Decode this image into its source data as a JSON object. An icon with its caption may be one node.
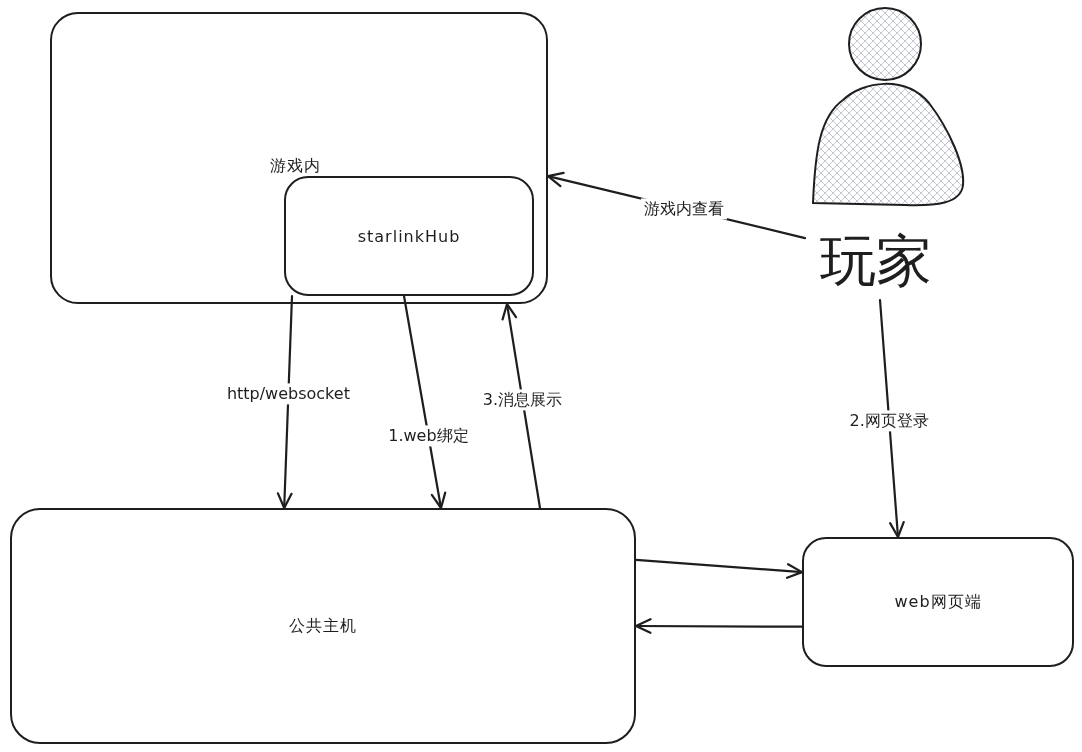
{
  "diagram": {
    "nodes": [
      {
        "text": [
          "游戏内"
        ]
      },
      {
        "text": [
          "starlinkHub"
        ],
        "in": 0
      },
      {
        "text": [
          "玩家"
        ]
      },
      {
        "text": [
          "公共主机"
        ]
      },
      {
        "text": [
          "web网页端"
        ]
      }
    ],
    "edges": [
      {
        "from": 2,
        "to": 0,
        "arrow": "to",
        "label": "游戏内查看"
      },
      {
        "from": 1,
        "to": 3,
        "arrow": "to",
        "label": "http/websocket"
      },
      {
        "from": 1,
        "to": 3,
        "arrow": "to",
        "label": "1.web绑定"
      },
      {
        "from": 3,
        "to": 0,
        "arrow": "to",
        "label": "3.消息展示"
      },
      {
        "from": 3,
        "to": 4,
        "arrow": "to"
      },
      {
        "from": 4,
        "to": 3,
        "arrow": "to"
      },
      {
        "from": 2,
        "to": 4,
        "arrow": "to",
        "label": "2.网页登录"
      }
    ]
  }
}
